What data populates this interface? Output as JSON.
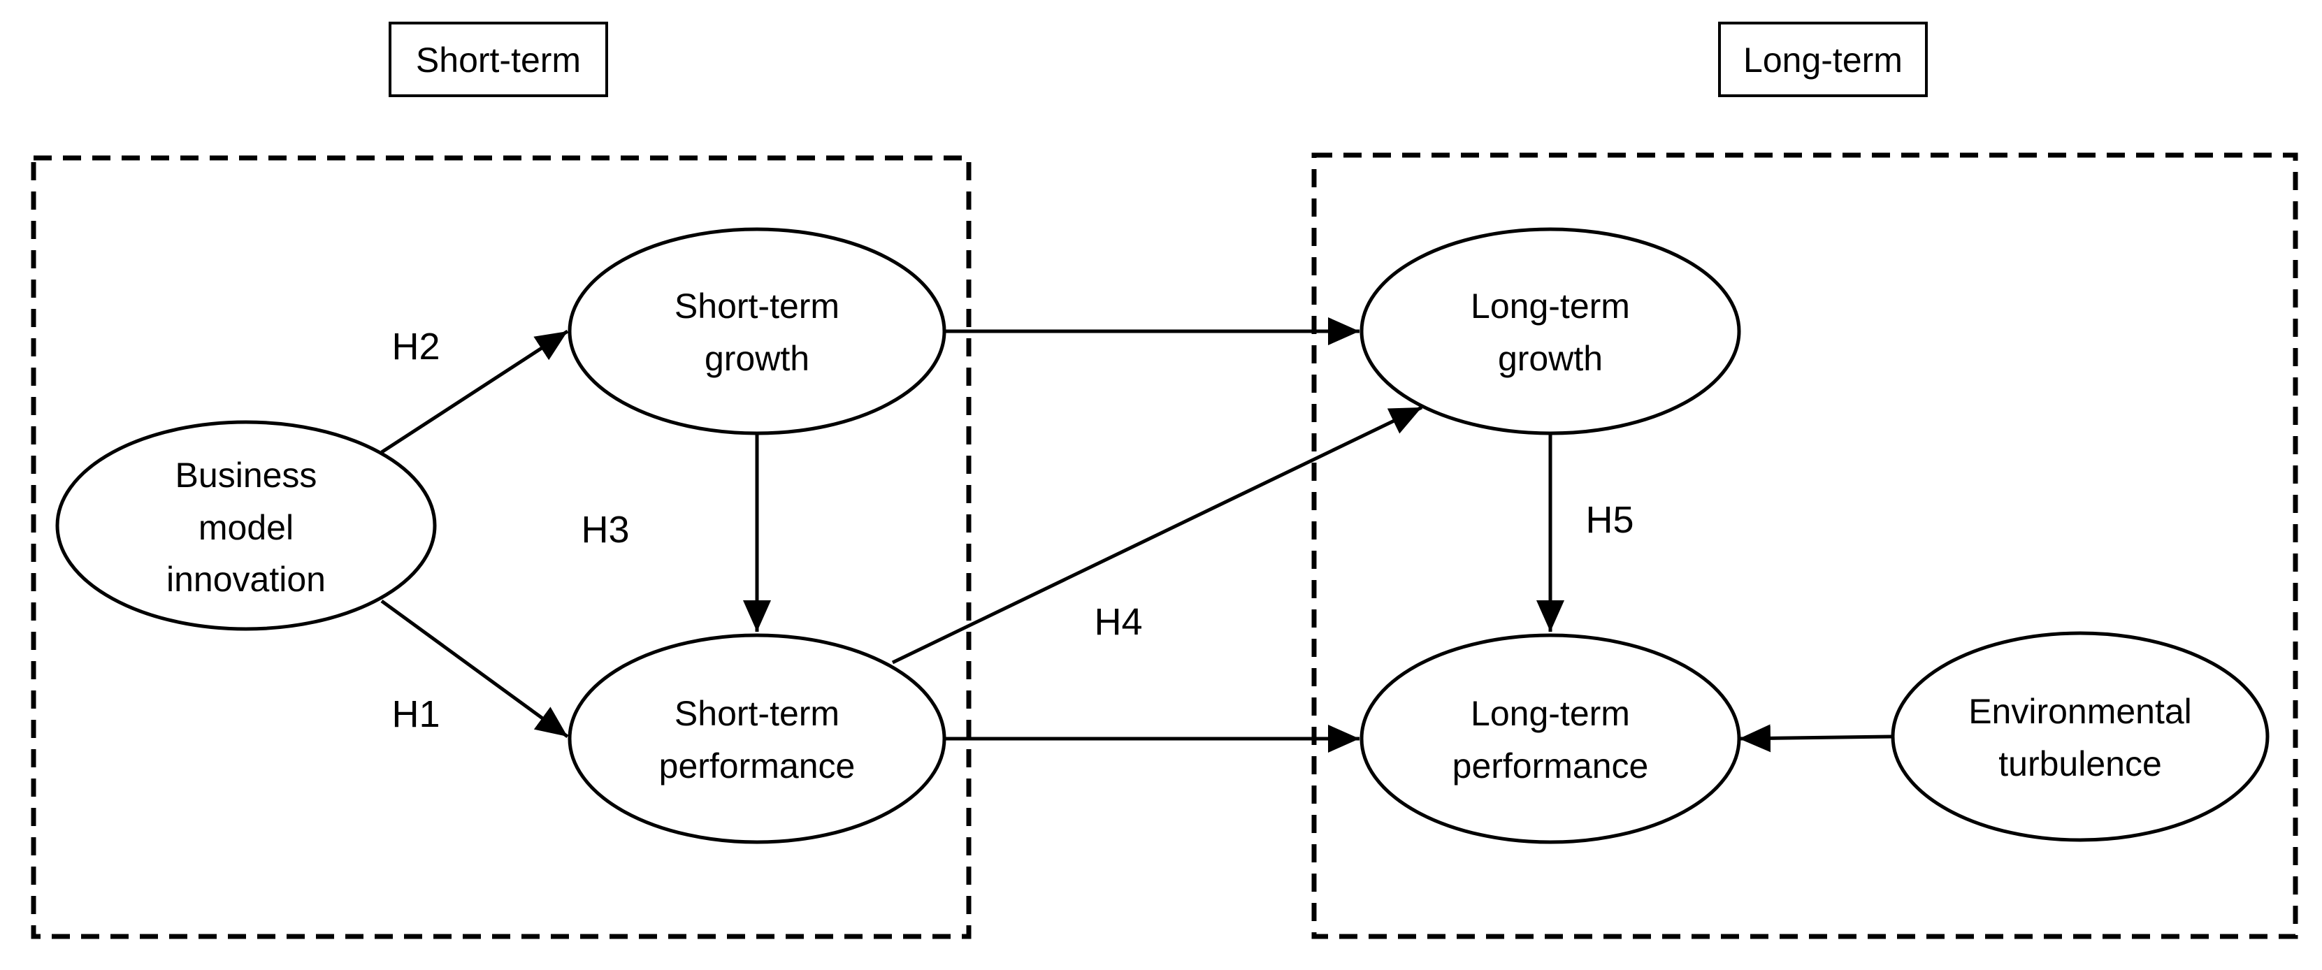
{
  "headers": {
    "short_term": "Short-term",
    "long_term": "Long-term"
  },
  "nodes": {
    "business_model_innovation": {
      "line1": "Business",
      "line2": "model",
      "line3": "innovation"
    },
    "short_term_growth": {
      "line1": "Short-term",
      "line2": "growth"
    },
    "short_term_performance": {
      "line1": "Short-term",
      "line2": "performance"
    },
    "long_term_growth": {
      "line1": "Long-term",
      "line2": "growth"
    },
    "long_term_performance": {
      "line1": "Long-term",
      "line2": "performance"
    },
    "environmental_turbulence": {
      "line1": "Environmental",
      "line2": "turbulence"
    }
  },
  "hypotheses": {
    "h1": "H1",
    "h2": "H2",
    "h3": "H3",
    "h4": "H4",
    "h5": "H5"
  },
  "colors": {
    "stroke": "#000000",
    "background": "#ffffff"
  }
}
